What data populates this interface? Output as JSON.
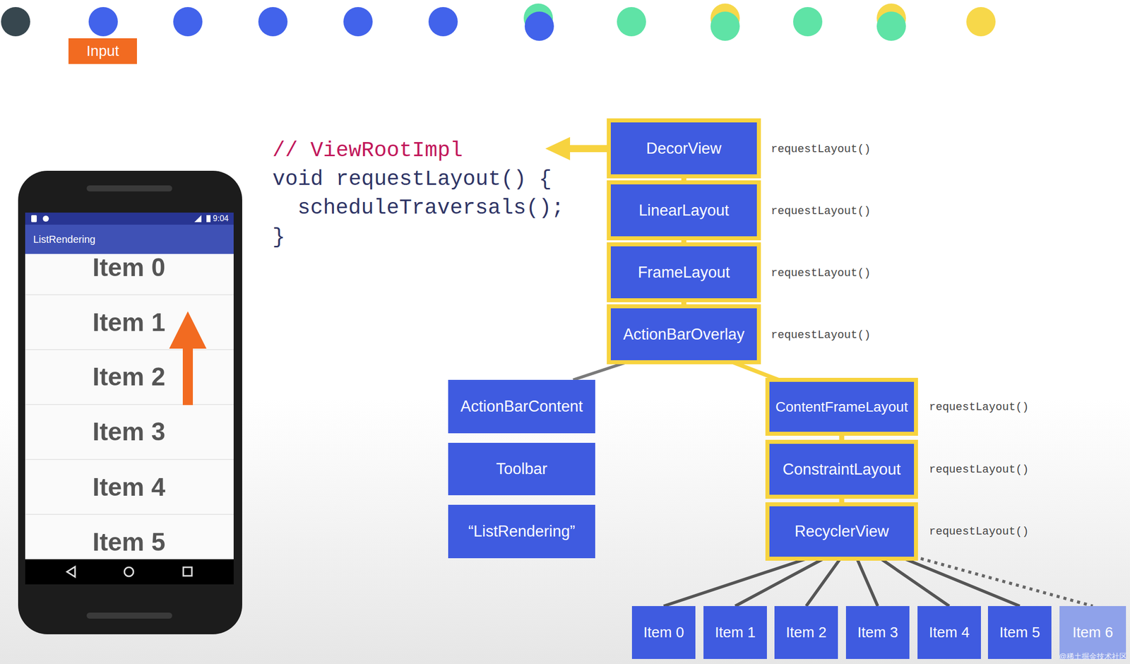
{
  "diagram": {
    "nodes": [
      {
        "text": [
          "Input"
        ]
      },
      {
        "text": [
          "DecorView"
        ]
      },
      {
        "text": [
          "LinearLayout"
        ]
      },
      {
        "text": [
          "FrameLayout"
        ]
      },
      {
        "text": [
          "ActionBarOverlay"
        ]
      },
      {
        "text": [
          "ActionBarContent"
        ]
      },
      {
        "text": [
          "Toolbar"
        ]
      },
      {
        "text": [
          "“ListRendering”"
        ]
      },
      {
        "text": [
          "ContentFrameLayout"
        ]
      },
      {
        "text": [
          "ConstraintLayout"
        ]
      },
      {
        "text": [
          "RecyclerView"
        ]
      },
      {
        "text": [
          "Item 0"
        ]
      },
      {
        "text": [
          "Item 1"
        ]
      },
      {
        "text": [
          "Item 2"
        ]
      },
      {
        "text": [
          "Item 3"
        ]
      },
      {
        "text": [
          "Item 4"
        ]
      },
      {
        "text": [
          "Item 5"
        ]
      },
      {
        "text": [
          "Item 6"
        ]
      }
    ],
    "edges": [
      {
        "from": 1,
        "to": 2,
        "arrow": "none"
      },
      {
        "from": 2,
        "to": 3,
        "arrow": "none"
      },
      {
        "from": 3,
        "to": 4,
        "arrow": "none"
      },
      {
        "from": 4,
        "to": 5,
        "arrow": "none"
      },
      {
        "from": 4,
        "to": 8,
        "arrow": "none"
      },
      {
        "from": 8,
        "to": 9,
        "arrow": "none"
      },
      {
        "from": 9,
        "to": 10,
        "arrow": "none"
      },
      {
        "from": 10,
        "to": 11,
        "arrow": "none"
      },
      {
        "from": 10,
        "to": 12,
        "arrow": "none"
      },
      {
        "from": 10,
        "to": 13,
        "arrow": "none"
      },
      {
        "from": 10,
        "to": 14,
        "arrow": "none"
      },
      {
        "from": 10,
        "to": 15,
        "arrow": "none"
      },
      {
        "from": 10,
        "to": 16,
        "arrow": "none"
      },
      {
        "from": 10,
        "to": 17,
        "arrow": "none"
      }
    ],
    "labels": [
      "9:04",
      "ListRendering",
      "Item 0",
      "Item 1",
      "Item 2",
      "Item 3",
      "Item 4",
      "Item 5",
      "// ViewRootImpl",
      "void requestLayout() {",
      "scheduleTraversals();",
      "}",
      "requestLayout()",
      "requestLayout()",
      "requestLayout()",
      "requestLayout()",
      "requestLayout()",
      "requestLayout()",
      "requestLayout()",
      "@稀土掘金技术社区"
    ]
  }
}
